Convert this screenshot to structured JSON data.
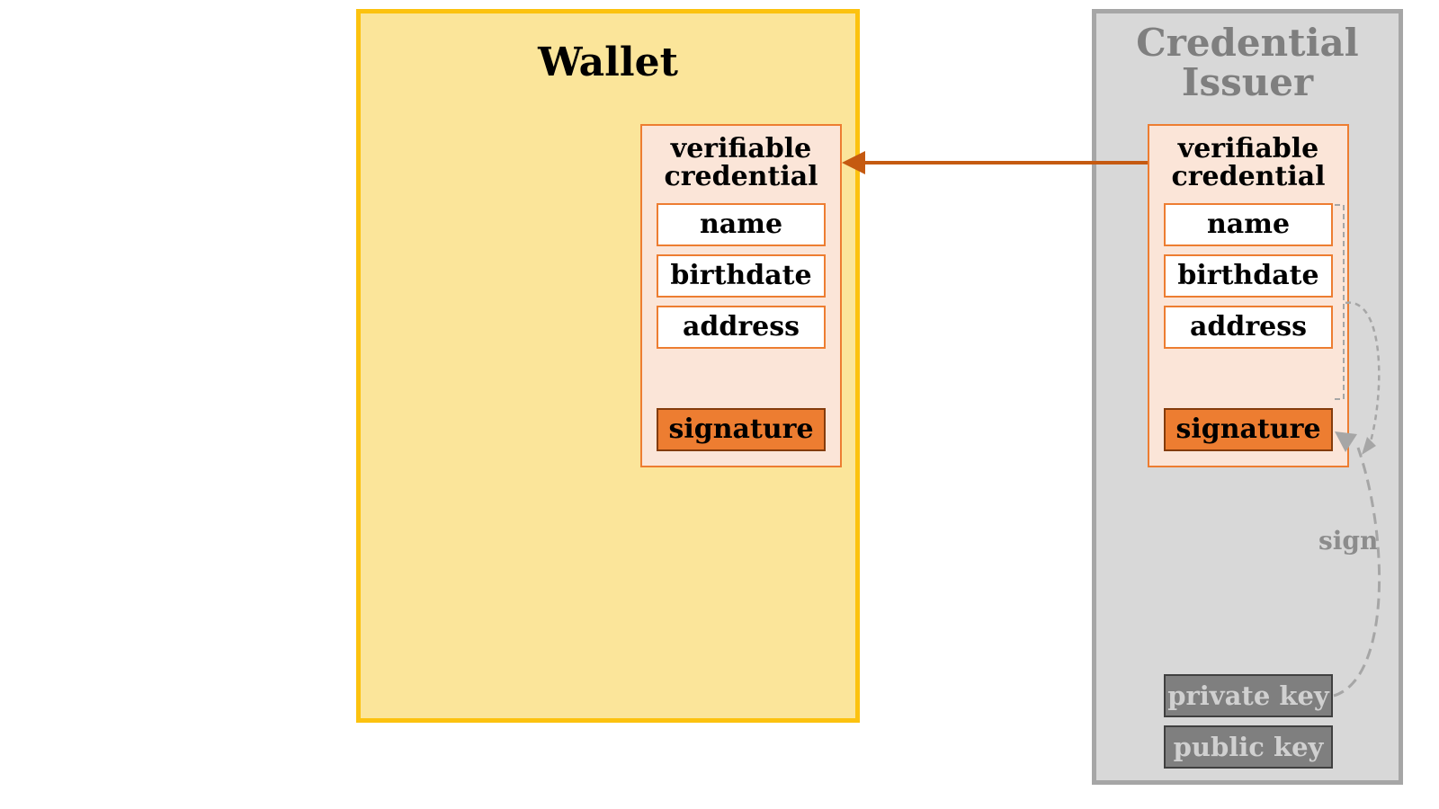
{
  "wallet": {
    "title": "Wallet",
    "credential": {
      "title_line1": "verifiable",
      "title_line2": "credential",
      "fields": [
        "name",
        "birthdate",
        "address"
      ],
      "signature": "signature"
    }
  },
  "issuer": {
    "title_line1": "Credential",
    "title_line2": "Issuer",
    "credential": {
      "title_line1": "verifiable",
      "title_line2": "credential",
      "fields": [
        "name",
        "birthdate",
        "address"
      ],
      "signature": "signature"
    },
    "sign_label": "sign",
    "private_key": "private key",
    "public_key": "public key"
  },
  "colors": {
    "wallet_fill": "#fbe59a",
    "wallet_border": "#fcc20f",
    "issuer_fill": "#d8d8d8",
    "issuer_border": "#a6a6a6",
    "credential_fill": "#fbe5d8",
    "accent_orange": "#ed7d31",
    "arrow": "#c55a11"
  }
}
